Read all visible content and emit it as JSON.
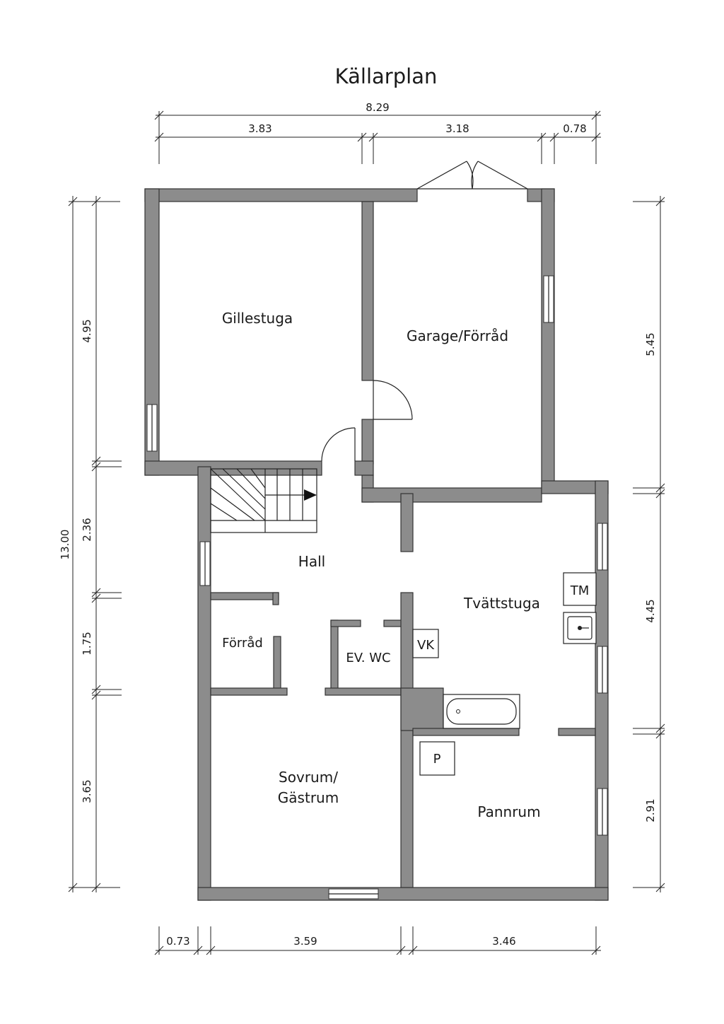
{
  "plan": {
    "title": "Källarplan",
    "rooms": {
      "gillestuga": "Gillestuga",
      "garage": "Garage/Förråd",
      "hall": "Hall",
      "tvattstuga": "Tvättstuga",
      "forrad": "Förråd",
      "ev_wc": "EV. WC",
      "sovrum_line1": "Sovrum/",
      "sovrum_line2": "Gästrum",
      "pannrum": "Pannrum"
    },
    "fixtures": {
      "tm": "TM",
      "vk": "VK",
      "p": "P"
    },
    "dimensions": {
      "top_total": "8.29",
      "top_left": "3.83",
      "top_mid": "3.18",
      "top_right": "0.78",
      "bottom_left": "0.73",
      "bottom_mid": "3.59",
      "bottom_right": "3.46",
      "left_total": "13.00",
      "left_1": "4.95",
      "left_2": "2.36",
      "left_3": "1.75",
      "left_4": "3.65",
      "right_1": "5.45",
      "right_2": "4.45",
      "right_3": "2.91"
    }
  }
}
